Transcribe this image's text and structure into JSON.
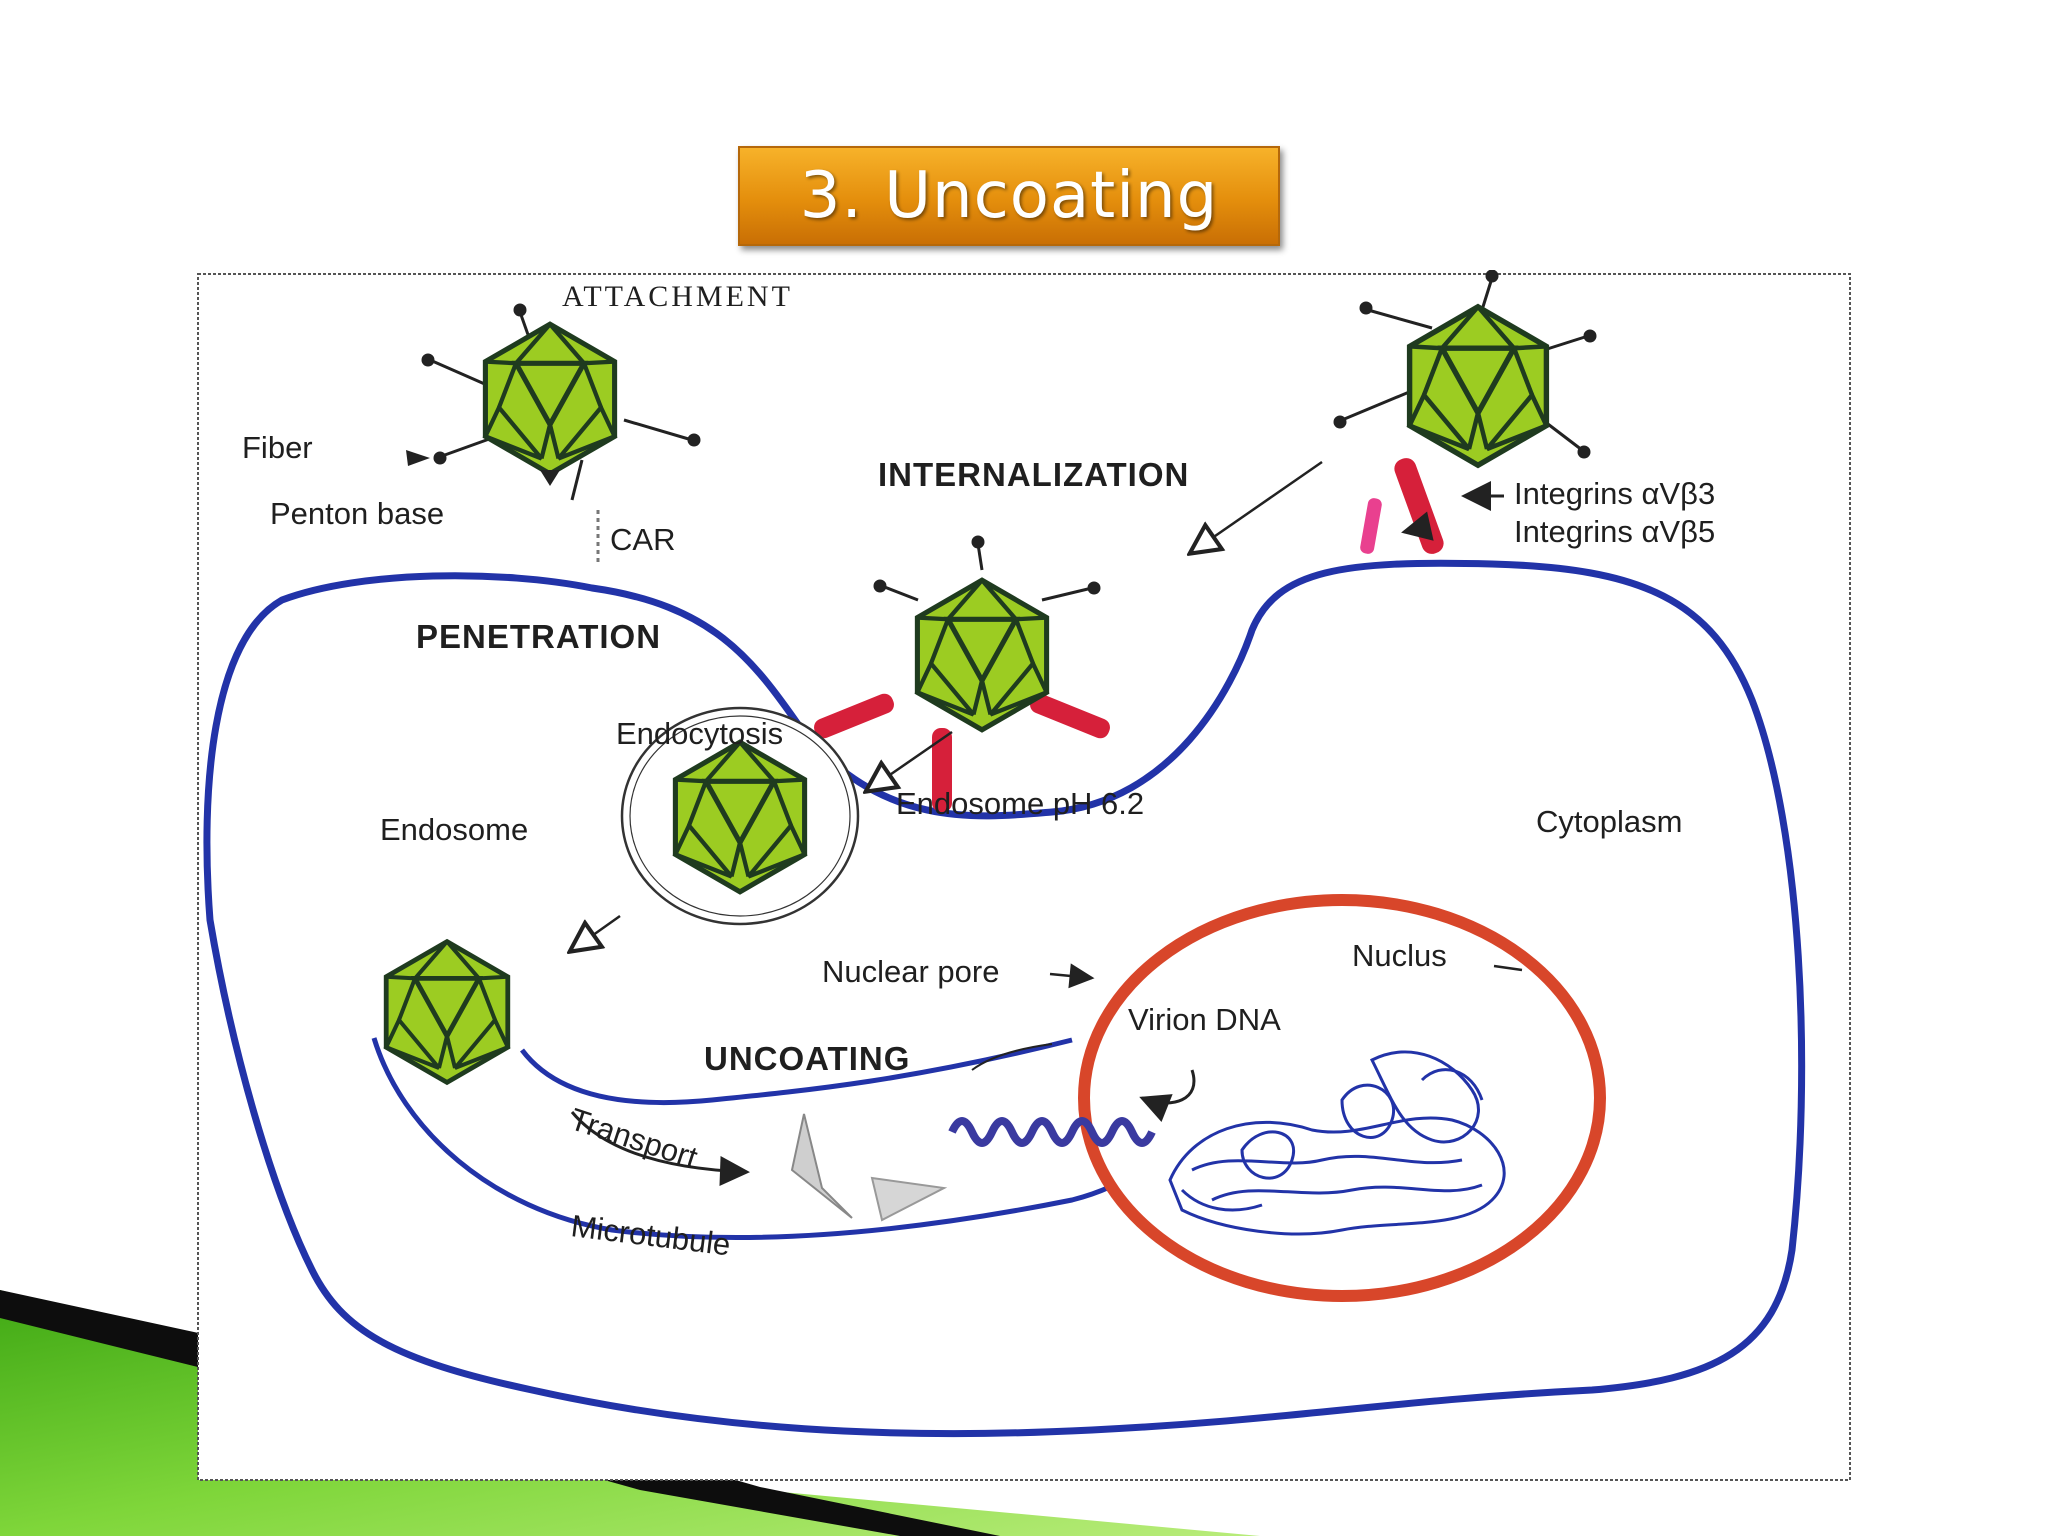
{
  "slide": {
    "title": "3. Uncoating"
  },
  "diagram": {
    "labels": {
      "attachment": "ATTACHMENT",
      "fiber": "Fiber",
      "penton_base": "Penton base",
      "car": "CAR",
      "internalization": "INTERNALIZATION",
      "integrins_b3": "Integrins αVβ3",
      "integrins_b5": "Integrins αVβ5",
      "penetration": "PENETRATION",
      "endocytosis": "Endocytosis",
      "endosome_ph": "Endosome pH 6.2",
      "endosome": "Endosome",
      "cytoplasm": "Cytoplasm",
      "nuclear_pore": "Nuclear pore",
      "nuclus": "Nuclus",
      "virion_dna": "Virion DNA",
      "uncoating": "UNCOATING",
      "transport": "Transport",
      "microtubule": "Microtubule"
    }
  },
  "colors": {
    "title_orange": "#e48e0c",
    "capsid_green": "#9ccc22",
    "membrane_blue": "#2233a8",
    "receptor_red": "#d6203a",
    "nucleus_red": "#d8462a",
    "integrin_pink": "#e9408f",
    "deco_green": "#5cc41a"
  }
}
